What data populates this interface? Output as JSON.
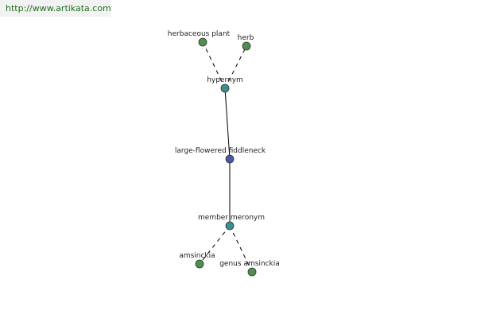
{
  "banner": {
    "url_text": "http://www.artikata.com"
  },
  "colors": {
    "leaf_node": "#4f8f4f",
    "relation_node": "#3a8f90",
    "center_node": "#4a5aa0",
    "banner_text": "#1f6f1f"
  },
  "graph": {
    "nodes": [
      {
        "id": "herbaceous-plant",
        "label": "herbaceous plant",
        "kind": "leaf"
      },
      {
        "id": "herb",
        "label": "herb",
        "kind": "leaf"
      },
      {
        "id": "hypernym",
        "label": "hypernym",
        "kind": "relation"
      },
      {
        "id": "large-flowered-fiddleneck",
        "label": "large-flowered fiddleneck",
        "kind": "center"
      },
      {
        "id": "member-meronym",
        "label": "member meronym",
        "kind": "relation"
      },
      {
        "id": "amsinckia",
        "label": "amsinckia",
        "kind": "leaf"
      },
      {
        "id": "genus-amsinckia",
        "label": "genus amsinckia",
        "kind": "leaf"
      }
    ],
    "edges": [
      {
        "from": "large-flowered-fiddleneck",
        "to": "hypernym",
        "style": "solid"
      },
      {
        "from": "large-flowered-fiddleneck",
        "to": "member-meronym",
        "style": "solid"
      },
      {
        "from": "hypernym",
        "to": "herbaceous-plant",
        "style": "dashed"
      },
      {
        "from": "hypernym",
        "to": "herb",
        "style": "dashed"
      },
      {
        "from": "member-meronym",
        "to": "amsinckia",
        "style": "dashed"
      },
      {
        "from": "member-meronym",
        "to": "genus-amsinckia",
        "style": "dashed"
      }
    ]
  }
}
